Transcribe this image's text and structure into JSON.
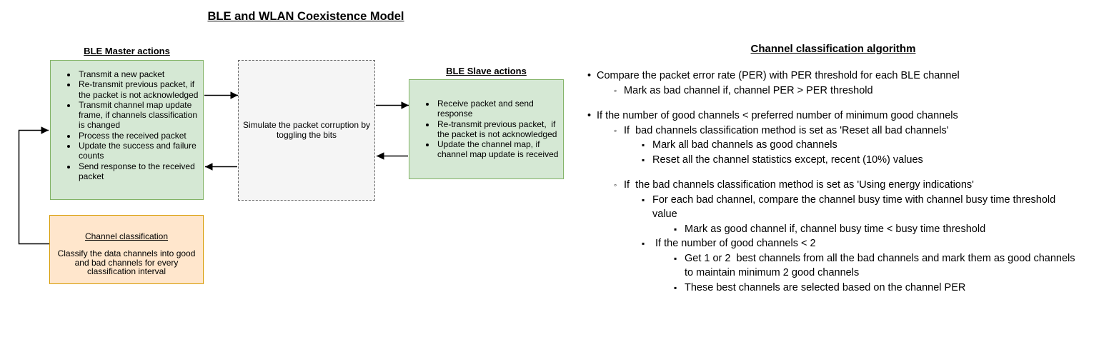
{
  "title": "BLE and WLAN Coexistence Model",
  "colors": {
    "green_fill": "#d5e8d4",
    "green_border": "#82b366",
    "orange_fill": "#ffe6cc",
    "orange_border": "#d79b00",
    "simulator_fill": "#f5f5f5",
    "simulator_border": "#666666",
    "arrow": "#000000"
  },
  "master": {
    "heading": "BLE Master actions",
    "items": [
      "Transmit a new packet",
      "Re-transmit previous packet, if the packet is not acknowledged",
      "Transmit channel map update frame, if channels classification is changed",
      "Process the received packet",
      "Update the success and failure counts",
      "Send response to the received packet"
    ]
  },
  "simulator": {
    "text": "Simulate the packet corruption by toggling the bits"
  },
  "slave": {
    "heading": "BLE Slave actions",
    "items": [
      "Receive packet and send response",
      "Re-transmit previous packet,  if the packet is not acknowledged",
      "Update the channel map, if channel map update is received"
    ]
  },
  "classification": {
    "heading": "Channel classification",
    "body": "Classify the data channels into good and bad channels for every classification interval"
  },
  "algorithm": {
    "heading": "Channel classification algorithm",
    "items": [
      {
        "level": 1,
        "gap": false,
        "text": "Compare the packet error rate (PER) with PER threshold for each BLE channel"
      },
      {
        "level": 2,
        "gap": false,
        "text": "Mark as bad channel if, channel PER > PER threshold"
      },
      {
        "level": 1,
        "gap": true,
        "text": "If the number of good channels < preferred number of minimum good channels"
      },
      {
        "level": 2,
        "gap": false,
        "text": "If  bad channels classification method is set as 'Reset all bad channels'"
      },
      {
        "level": 3,
        "gap": false,
        "text": "Mark all bad channels as good channels"
      },
      {
        "level": 3,
        "gap": false,
        "text": "Reset all the channel statistics except, recent (10%) values"
      },
      {
        "level": 2,
        "gap": true,
        "text": "If  the bad channels classification method is set as 'Using energy indications'"
      },
      {
        "level": 3,
        "gap": false,
        "text": "For each bad channel, compare the channel busy time with channel busy time threshold value"
      },
      {
        "level": 4,
        "gap": false,
        "text": "Mark as good channel if, channel busy time < busy time threshold"
      },
      {
        "level": 3,
        "gap": false,
        "text": " If the number of good channels < 2"
      },
      {
        "level": 4,
        "gap": false,
        "text": "Get 1 or 2  best channels from all the bad channels and mark them as good channels to maintain minimum 2 good channels"
      },
      {
        "level": 4,
        "gap": false,
        "text": "These best channels are selected based on the channel PER"
      }
    ]
  }
}
